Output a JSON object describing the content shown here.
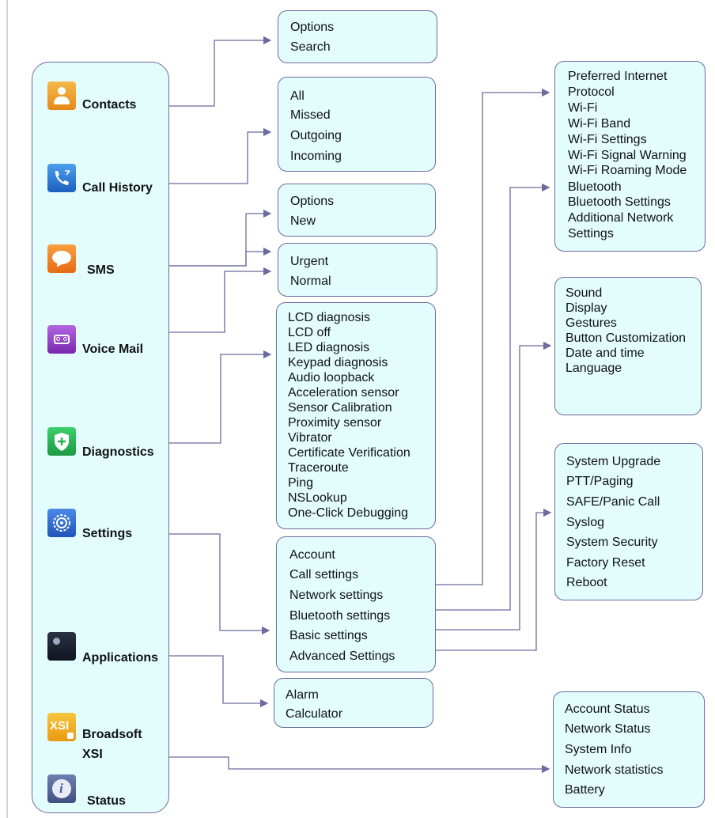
{
  "menu": [
    {
      "label": "Contacts",
      "icon": "contacts-icon",
      "color": "#f0a030"
    },
    {
      "label": "Call History",
      "icon": "call-history-icon",
      "color": "#2f7fd8"
    },
    {
      "label": "SMS",
      "icon": "sms-icon",
      "color": "#f07a22"
    },
    {
      "label": "Voice Mail",
      "icon": "voicemail-icon",
      "color": "#9a3fc8"
    },
    {
      "label": "Diagnostics",
      "icon": "shield-plus-icon",
      "color": "#2faa55"
    },
    {
      "label": "Settings",
      "icon": "gear-icon",
      "color": "#2f6fc8"
    },
    {
      "label": "Applications",
      "icon": "applications-icon",
      "color": "#1d2330"
    },
    {
      "label": "Broadsoft",
      "label2": "XSI",
      "icon": "xsi-icon",
      "color": "#f2b21a"
    },
    {
      "label": "Status",
      "icon": "info-icon",
      "color": "#5a6a9a"
    }
  ],
  "boxes": {
    "contacts": [
      "Options",
      "Search"
    ],
    "call_history": [
      "All",
      "Missed",
      "Outgoing",
      "Incoming"
    ],
    "sms": [
      "Options",
      "New"
    ],
    "voice_mail": [
      "Urgent",
      "Normal"
    ],
    "diagnostics": [
      "LCD diagnosis",
      "LCD off",
      "LED diagnosis",
      "Keypad diagnosis",
      "Audio loopback",
      "Acceleration sensor",
      "Sensor Calibration",
      "Proximity sensor",
      "Vibrator",
      "Certificate Verification",
      "Traceroute",
      "Ping",
      "NSLookup",
      "One-Click Debugging"
    ],
    "settings": [
      "Account",
      "Call settings",
      "Network settings",
      "Bluetooth settings",
      "Basic settings",
      "Advanced Settings"
    ],
    "applications": [
      "Alarm",
      "Calculator"
    ],
    "network": [
      "Preferred Internet",
      "Protocol",
      "Wi-Fi",
      "Wi-Fi Band",
      "Wi-Fi Settings",
      "Wi-Fi Signal Warning",
      "Wi-Fi Roaming Mode",
      "Bluetooth",
      "Bluetooth Settings",
      "Additional Network",
      "Settings"
    ],
    "basic": [
      "Sound",
      "Display",
      "Gestures",
      "Button Customization",
      "Date and time",
      "Language"
    ],
    "advanced": [
      "System Upgrade",
      "PTT/Paging",
      "SAFE/Panic Call",
      "Syslog",
      "System Security",
      "Factory Reset",
      "Reboot"
    ],
    "status": [
      "Account Status",
      "Network Status",
      "System Info",
      "Network statistics",
      "Battery"
    ]
  },
  "colors": {
    "box_fill": "#e3fdfd",
    "box_border": "#6b6b9e",
    "connector": "#6b6b9e"
  }
}
